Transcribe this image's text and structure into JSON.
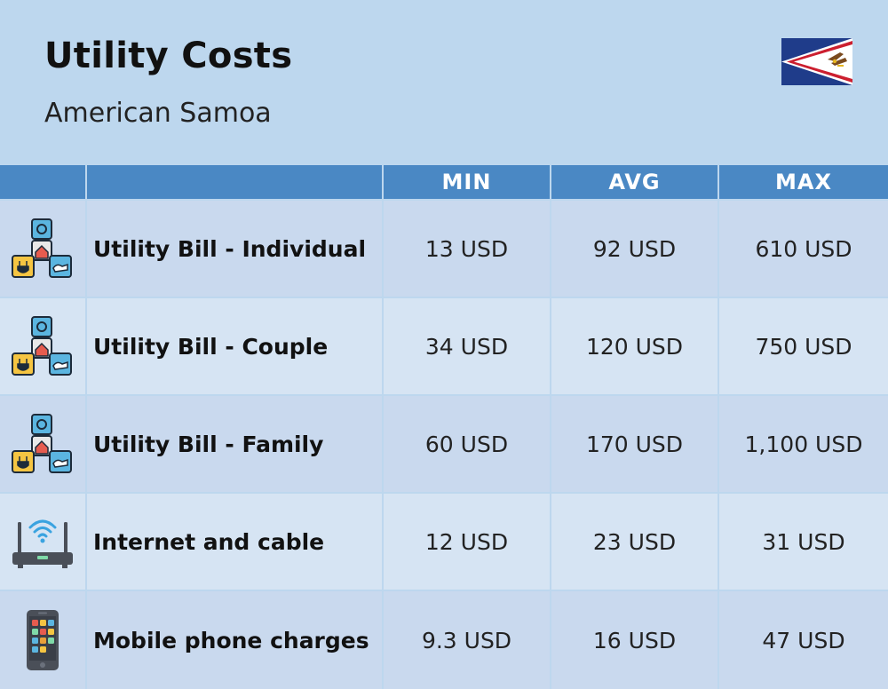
{
  "header": {
    "title": "Utility Costs",
    "subtitle": "American Samoa",
    "flag_icon": "american-samoa-flag-icon"
  },
  "table": {
    "columns": [
      "",
      "",
      "MIN",
      "AVG",
      "MAX"
    ],
    "rows": [
      {
        "icon": "utilities-icon",
        "label": "Utility Bill - Individual",
        "min": "13 USD",
        "avg": "92 USD",
        "max": "610 USD"
      },
      {
        "icon": "utilities-icon",
        "label": "Utility Bill - Couple",
        "min": "34 USD",
        "avg": "120 USD",
        "max": "750 USD"
      },
      {
        "icon": "utilities-icon",
        "label": "Utility Bill - Family",
        "min": "60 USD",
        "avg": "170 USD",
        "max": "1,100 USD"
      },
      {
        "icon": "router-icon",
        "label": "Internet and cable",
        "min": "12 USD",
        "avg": "23 USD",
        "max": "31 USD"
      },
      {
        "icon": "smartphone-icon",
        "label": "Mobile phone charges",
        "min": "9.3 USD",
        "avg": "16 USD",
        "max": "47 USD"
      }
    ]
  },
  "colors": {
    "background": "#bdd7ee",
    "header_row": "#4a88c4",
    "row_dark": "#c9d9ee",
    "row_light": "#d6e4f3"
  }
}
